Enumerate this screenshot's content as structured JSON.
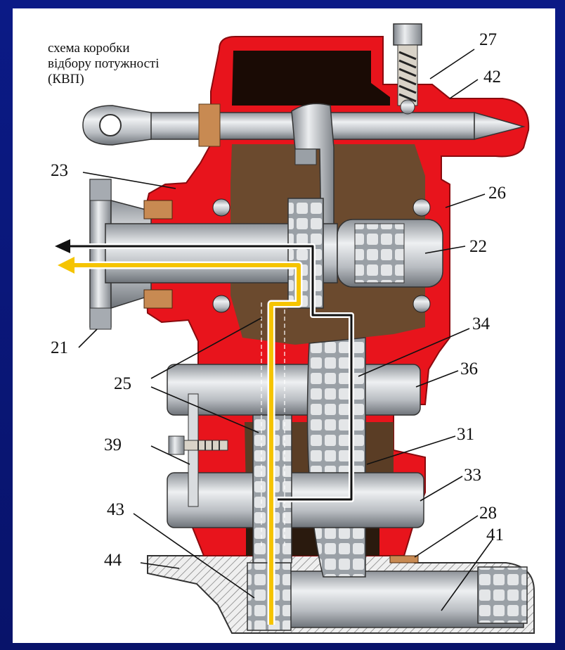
{
  "title": {
    "line1": "схема коробки",
    "line2": "відбору потужності",
    "line3": "(КВП)"
  },
  "callouts": {
    "c27": "27",
    "c42": "42",
    "c23": "23",
    "c26": "26",
    "c22": "22",
    "c21": "21",
    "c34": "34",
    "c25": "25",
    "c36": "36",
    "c39": "39",
    "c31": "31",
    "c33": "33",
    "c43": "43",
    "c28": "28",
    "c41": "41",
    "c44": "44"
  },
  "colors": {
    "housing_red": "#e8141c",
    "cavity_brown": "#6b4a2e",
    "steel": "#c9cccf",
    "flow_yellow": "#f5c400",
    "flow_black": "#111111",
    "frame_blue": "#0a1670"
  }
}
